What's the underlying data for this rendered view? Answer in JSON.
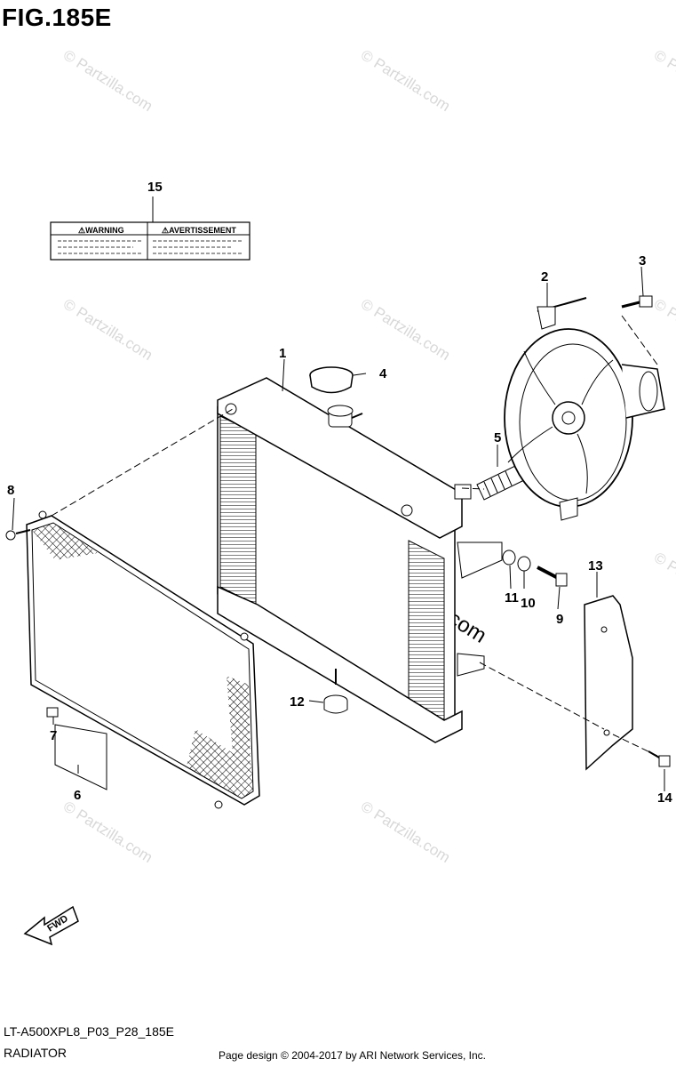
{
  "figure": {
    "title": "FIG.185E",
    "code": "LT-A500XPL8_P03_P28_185E",
    "name": "RADIATOR",
    "copyright": "Page design © 2004-2017 by ARI Network Services, Inc."
  },
  "watermark": {
    "text": "© Partzilla.com",
    "center_text": "© Partzilla.com"
  },
  "label_15": {
    "warning": "⚠WARNING",
    "avertissement": "⚠AVERTISSEMENT"
  },
  "fwd_arrow": "FWD",
  "callouts": {
    "c1": "1",
    "c2": "2",
    "c3": "3",
    "c4": "4",
    "c5": "5",
    "c6": "6",
    "c7": "7",
    "c8": "8",
    "c9": "9",
    "c10": "10",
    "c11": "11",
    "c12": "12",
    "c13": "13",
    "c14": "14",
    "c15": "15"
  }
}
